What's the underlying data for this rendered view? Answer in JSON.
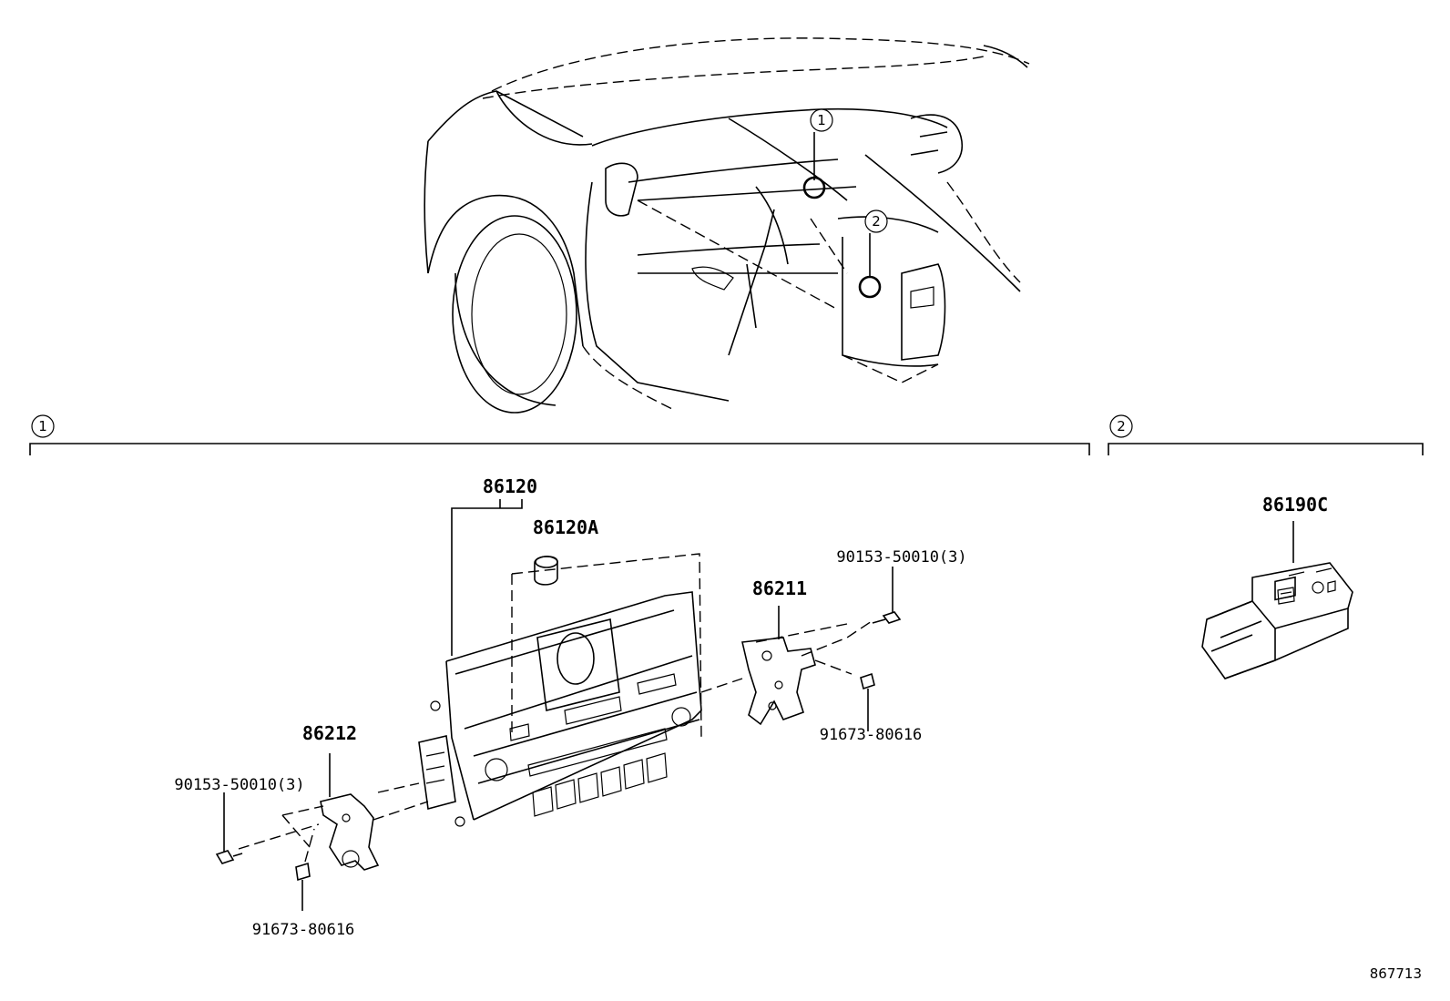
{
  "callouts": {
    "c1": "1",
    "c2": "2"
  },
  "sections": {
    "section1_marker": "1",
    "section2_marker": "2"
  },
  "parts": {
    "p86120": "86120",
    "p86120A": "86120A",
    "p86211": "86211",
    "p86212": "86212",
    "p86190C": "86190C",
    "bolt_right": "90153-50010(3)",
    "bolt_left": "90153-50010(3)",
    "clip_right": "91673-80616",
    "clip_left": "91673-80616"
  },
  "reference_number": "867713"
}
